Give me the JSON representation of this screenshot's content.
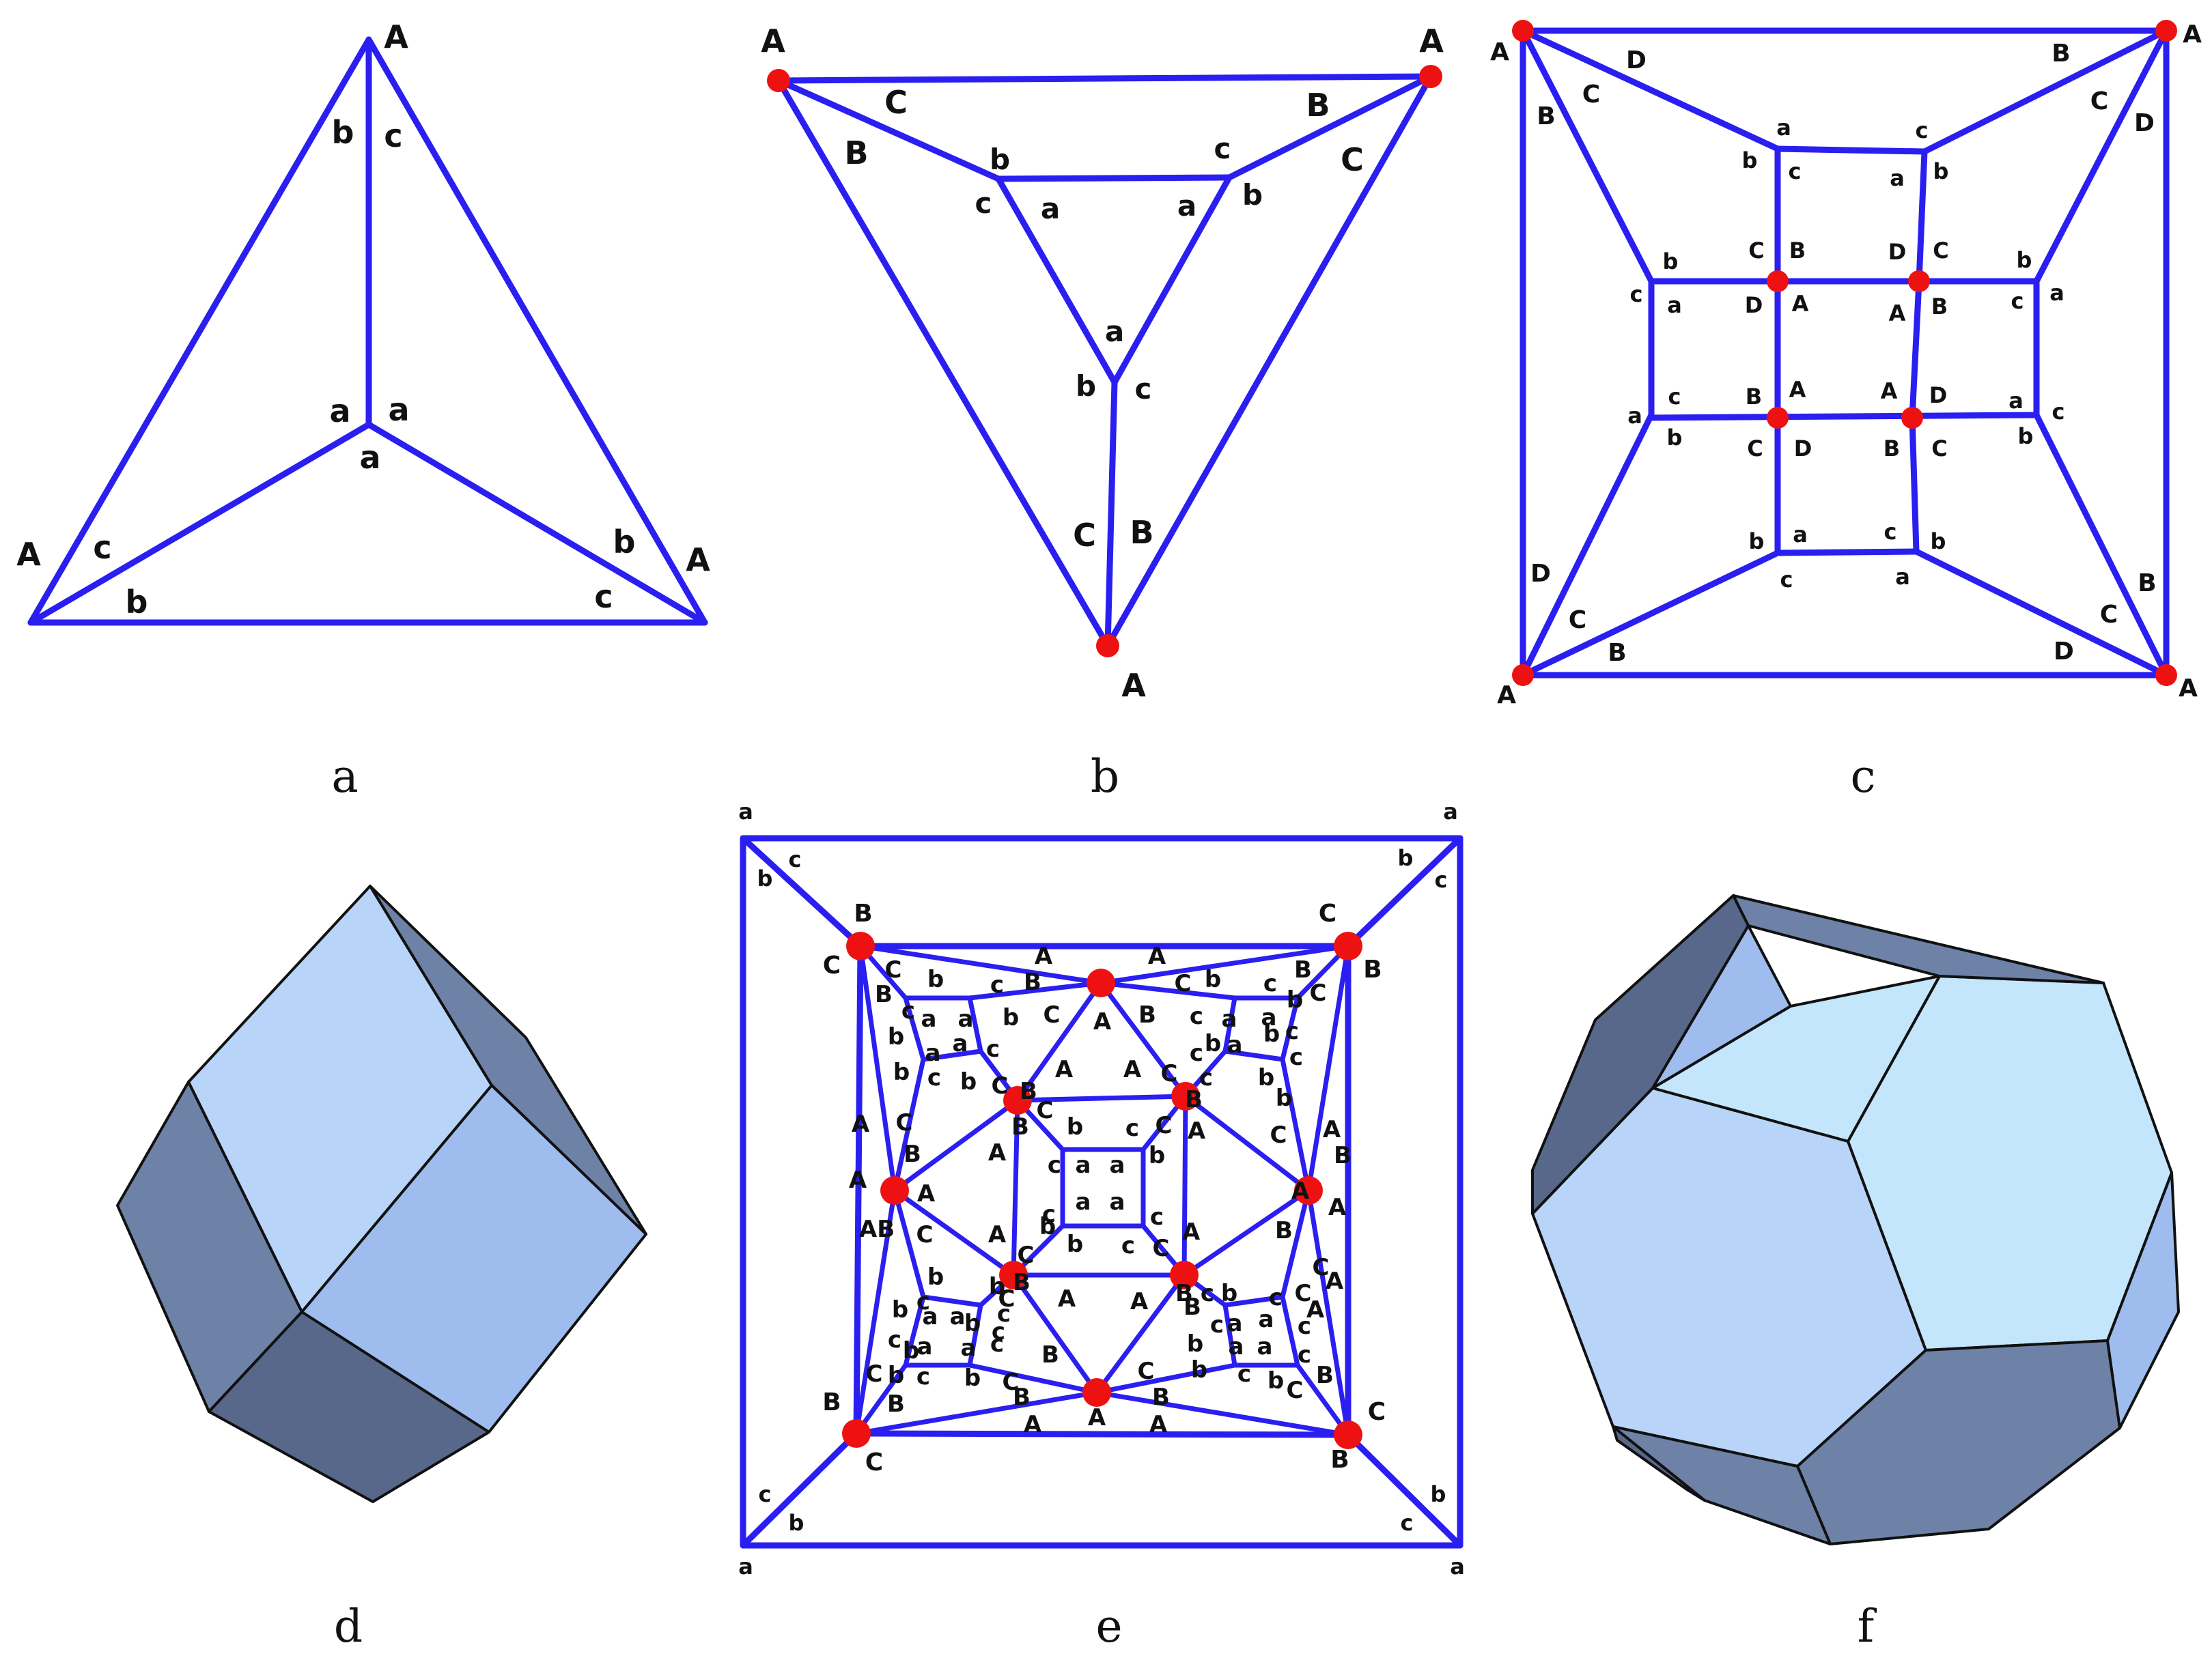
{
  "captions": [
    "a",
    "b",
    "c",
    "d",
    "e",
    "f"
  ],
  "labels": {
    "upper_A": "A",
    "upper_B": "B",
    "upper_C": "C",
    "upper_D": "D",
    "lower_a": "a",
    "lower_b": "b",
    "lower_c": "c"
  },
  "colors": {
    "edge": "#2a1ff0",
    "vertex": "#ee1111",
    "face_light": "#b8d4f8",
    "face_mid": "#9fbcee",
    "face_dark": "#6e82a8",
    "face_darker": "#57688a"
  }
}
